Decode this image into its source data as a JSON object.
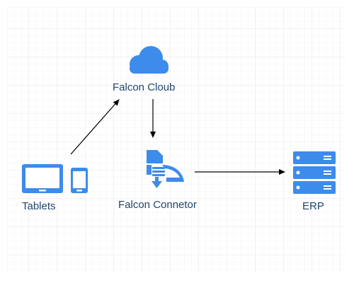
{
  "diagram": {
    "nodes": {
      "cloud": {
        "label": "Falcon Cloub",
        "icon": "cloud-icon"
      },
      "connector": {
        "label": "Falcon Connetor",
        "icon": "connector-icon"
      },
      "tablets": {
        "label": "Tablets",
        "icons": [
          "tablet-icon",
          "phone-icon"
        ]
      },
      "erp": {
        "label": "ERP",
        "icon": "server-stack-icon"
      }
    },
    "edges": [
      {
        "from": "tablets",
        "to": "cloud"
      },
      {
        "from": "cloud",
        "to": "connector"
      },
      {
        "from": "connector",
        "to": "erp"
      }
    ],
    "colors": {
      "icon": "#3d8bea",
      "label": "#23456b",
      "edge": "#000000",
      "grid": "#ececec"
    }
  }
}
